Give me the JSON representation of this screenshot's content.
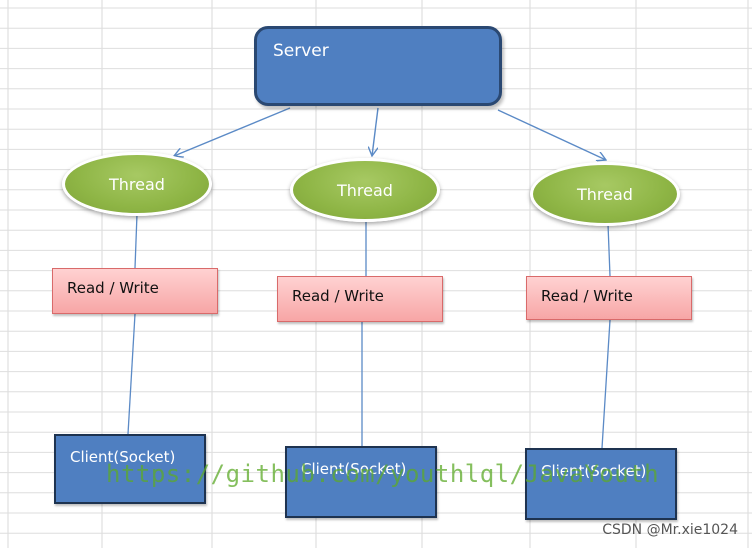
{
  "server": {
    "label": "Server"
  },
  "threads": [
    {
      "label": "Thread"
    },
    {
      "label": "Thread"
    },
    {
      "label": "Thread"
    }
  ],
  "read_write": [
    {
      "label": "Read / Write"
    },
    {
      "label": "Read / Write"
    },
    {
      "label": "Read / Write"
    }
  ],
  "clients": [
    {
      "label": "Client(Socket)"
    },
    {
      "label": "Client(Socket)"
    },
    {
      "label": "Client(Socket)"
    }
  ],
  "watermark": "https://github.com/youthlql/JavaYouth",
  "credit": "CSDN @Mr.xie1024",
  "colors": {
    "server_fill": "#4f7fc1",
    "thread_fill": "#8eb545",
    "read_write_fill": "#f9b4b4",
    "client_fill": "#4f7fc1",
    "connector": "#5b8ac6"
  }
}
